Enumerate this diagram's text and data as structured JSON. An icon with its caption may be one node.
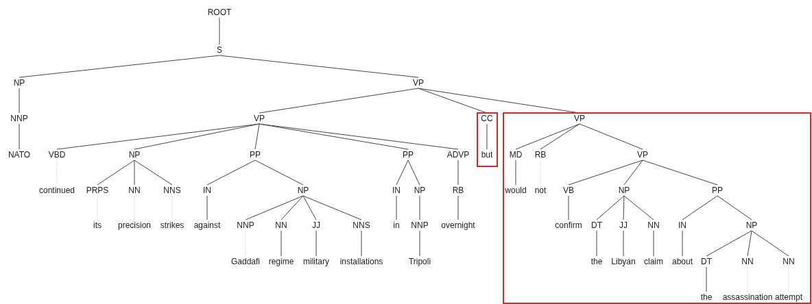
{
  "diagram": {
    "nodes": [
      {
        "text": [
          "ROOT"
        ]
      },
      {
        "text": [
          "S"
        ]
      },
      {
        "text": [
          "NP"
        ]
      },
      {
        "text": [
          "VP"
        ]
      },
      {
        "text": [
          "NNP"
        ]
      },
      {
        "text": [
          "NATO"
        ]
      },
      {
        "text": [
          "VP"
        ]
      },
      {
        "text": [],
        "shape": "box"
      },
      {
        "text": [
          "CC"
        ],
        "in": 7
      },
      {
        "text": [
          "but"
        ],
        "in": 7
      },
      {
        "text": [],
        "shape": "box"
      },
      {
        "text": [
          "VP"
        ],
        "in": 10
      },
      {
        "text": [
          "VBD"
        ]
      },
      {
        "text": [
          "continued"
        ]
      },
      {
        "text": [
          "NP"
        ]
      },
      {
        "text": [
          "PRPS"
        ]
      },
      {
        "text": [
          "its"
        ]
      },
      {
        "text": [
          "NN"
        ]
      },
      {
        "text": [
          "precision"
        ]
      },
      {
        "text": [
          "NNS"
        ]
      },
      {
        "text": [
          "strikes"
        ]
      },
      {
        "text": [
          "PP"
        ]
      },
      {
        "text": [
          "IN"
        ]
      },
      {
        "text": [
          "against"
        ]
      },
      {
        "text": [
          "NP"
        ]
      },
      {
        "text": [
          "NNP"
        ]
      },
      {
        "text": [
          "Gaddafi"
        ]
      },
      {
        "text": [
          "NN"
        ]
      },
      {
        "text": [
          "regime"
        ]
      },
      {
        "text": [
          "JJ"
        ]
      },
      {
        "text": [
          "military"
        ]
      },
      {
        "text": [
          "NNS"
        ]
      },
      {
        "text": [
          "installations"
        ]
      },
      {
        "text": [
          "PP"
        ]
      },
      {
        "text": [
          "IN"
        ]
      },
      {
        "text": [
          "in"
        ]
      },
      {
        "text": [
          "NP"
        ]
      },
      {
        "text": [
          "NNP"
        ]
      },
      {
        "text": [
          "Tripoli"
        ]
      },
      {
        "text": [
          "ADVP"
        ]
      },
      {
        "text": [
          "RB"
        ]
      },
      {
        "text": [
          "overnight"
        ]
      },
      {
        "text": [
          "MD"
        ],
        "in": 10
      },
      {
        "text": [
          "would"
        ],
        "in": 10
      },
      {
        "text": [
          "RB"
        ],
        "in": 10
      },
      {
        "text": [
          "not"
        ],
        "in": 10
      },
      {
        "text": [
          "VP"
        ],
        "in": 10
      },
      {
        "text": [
          "VB"
        ],
        "in": 10
      },
      {
        "text": [
          "confirm"
        ],
        "in": 10
      },
      {
        "text": [
          "NP"
        ],
        "in": 10
      },
      {
        "text": [
          "DT"
        ],
        "in": 10
      },
      {
        "text": [
          "the"
        ],
        "in": 10
      },
      {
        "text": [
          "JJ"
        ],
        "in": 10
      },
      {
        "text": [
          "Libyan"
        ],
        "in": 10
      },
      {
        "text": [
          "NN"
        ],
        "in": 10
      },
      {
        "text": [
          "claim"
        ],
        "in": 10
      },
      {
        "text": [
          "PP"
        ],
        "in": 10
      },
      {
        "text": [
          "IN"
        ],
        "in": 10
      },
      {
        "text": [
          "about"
        ],
        "in": 10
      },
      {
        "text": [
          "NP"
        ],
        "in": 10
      },
      {
        "text": [
          "DT"
        ],
        "in": 10
      },
      {
        "text": [
          "the"
        ],
        "in": 10
      },
      {
        "text": [
          "NN"
        ],
        "in": 10
      },
      {
        "text": [
          "assassination"
        ],
        "in": 10
      },
      {
        "text": [
          "NN"
        ],
        "in": 10
      },
      {
        "text": [
          "attempt"
        ],
        "in": 10
      }
    ],
    "edges": [
      {
        "from": 0,
        "to": 1,
        "arrow": "none"
      },
      {
        "from": 1,
        "to": 2,
        "arrow": "none"
      },
      {
        "from": 1,
        "to": 3,
        "arrow": "none"
      },
      {
        "from": 2,
        "to": 4,
        "arrow": "none"
      },
      {
        "from": 4,
        "to": 5,
        "arrow": "none"
      },
      {
        "from": 3,
        "to": 6,
        "arrow": "none"
      },
      {
        "from": 3,
        "to": 8,
        "arrow": "none"
      },
      {
        "from": 3,
        "to": 11,
        "arrow": "none"
      },
      {
        "from": 8,
        "to": 9,
        "arrow": "none"
      },
      {
        "from": 6,
        "to": 12,
        "arrow": "none"
      },
      {
        "from": 12,
        "to": 13,
        "arrow": "none",
        "color": "#e2e2e2"
      },
      {
        "from": 6,
        "to": 14,
        "arrow": "none"
      },
      {
        "from": 14,
        "to": 15,
        "arrow": "none"
      },
      {
        "from": 15,
        "to": 16,
        "arrow": "none",
        "color": "#e2e2e2"
      },
      {
        "from": 14,
        "to": 17,
        "arrow": "none"
      },
      {
        "from": 17,
        "to": 18,
        "arrow": "none",
        "color": "#e2e2e2"
      },
      {
        "from": 14,
        "to": 19,
        "arrow": "none"
      },
      {
        "from": 19,
        "to": 20,
        "arrow": "none",
        "color": "#e2e2e2"
      },
      {
        "from": 6,
        "to": 21,
        "arrow": "none"
      },
      {
        "from": 21,
        "to": 22,
        "arrow": "none"
      },
      {
        "from": 22,
        "to": 23,
        "arrow": "none"
      },
      {
        "from": 21,
        "to": 24,
        "arrow": "none"
      },
      {
        "from": 24,
        "to": 25,
        "arrow": "none"
      },
      {
        "from": 25,
        "to": 26,
        "arrow": "none",
        "color": "#e2e2e2"
      },
      {
        "from": 24,
        "to": 27,
        "arrow": "none"
      },
      {
        "from": 27,
        "to": 28,
        "arrow": "none"
      },
      {
        "from": 24,
        "to": 29,
        "arrow": "none"
      },
      {
        "from": 29,
        "to": 30,
        "arrow": "none"
      },
      {
        "from": 24,
        "to": 31,
        "arrow": "none"
      },
      {
        "from": 31,
        "to": 32,
        "arrow": "none"
      },
      {
        "from": 6,
        "to": 33,
        "arrow": "none"
      },
      {
        "from": 33,
        "to": 34,
        "arrow": "none"
      },
      {
        "from": 34,
        "to": 35,
        "arrow": "none"
      },
      {
        "from": 33,
        "to": 36,
        "arrow": "none"
      },
      {
        "from": 36,
        "to": 37,
        "arrow": "none"
      },
      {
        "from": 37,
        "to": 38,
        "arrow": "none"
      },
      {
        "from": 6,
        "to": 39,
        "arrow": "none"
      },
      {
        "from": 39,
        "to": 40,
        "arrow": "none"
      },
      {
        "from": 40,
        "to": 41,
        "arrow": "none"
      },
      {
        "from": 11,
        "to": 42,
        "arrow": "none"
      },
      {
        "from": 42,
        "to": 43,
        "arrow": "none"
      },
      {
        "from": 11,
        "to": 44,
        "arrow": "none"
      },
      {
        "from": 44,
        "to": 45,
        "arrow": "none",
        "color": "#e2e2e2"
      },
      {
        "from": 11,
        "to": 46,
        "arrow": "none"
      },
      {
        "from": 46,
        "to": 47,
        "arrow": "none"
      },
      {
        "from": 47,
        "to": 48,
        "arrow": "none"
      },
      {
        "from": 46,
        "to": 49,
        "arrow": "none"
      },
      {
        "from": 49,
        "to": 50,
        "arrow": "none"
      },
      {
        "from": 50,
        "to": 51,
        "arrow": "none"
      },
      {
        "from": 49,
        "to": 52,
        "arrow": "none"
      },
      {
        "from": 52,
        "to": 53,
        "arrow": "none"
      },
      {
        "from": 49,
        "to": 54,
        "arrow": "none"
      },
      {
        "from": 54,
        "to": 55,
        "arrow": "none"
      },
      {
        "from": 46,
        "to": 56,
        "arrow": "none"
      },
      {
        "from": 56,
        "to": 57,
        "arrow": "none"
      },
      {
        "from": 57,
        "to": 58,
        "arrow": "none"
      },
      {
        "from": 56,
        "to": 59,
        "arrow": "none"
      },
      {
        "from": 59,
        "to": 60,
        "arrow": "none"
      },
      {
        "from": 60,
        "to": 61,
        "arrow": "none"
      },
      {
        "from": 59,
        "to": 62,
        "arrow": "none"
      },
      {
        "from": 62,
        "to": 63,
        "arrow": "none",
        "color": "#e2e2e2"
      },
      {
        "from": 59,
        "to": 64,
        "arrow": "none"
      },
      {
        "from": 64,
        "to": 65,
        "arrow": "none",
        "color": "#e2e2e2"
      }
    ]
  }
}
